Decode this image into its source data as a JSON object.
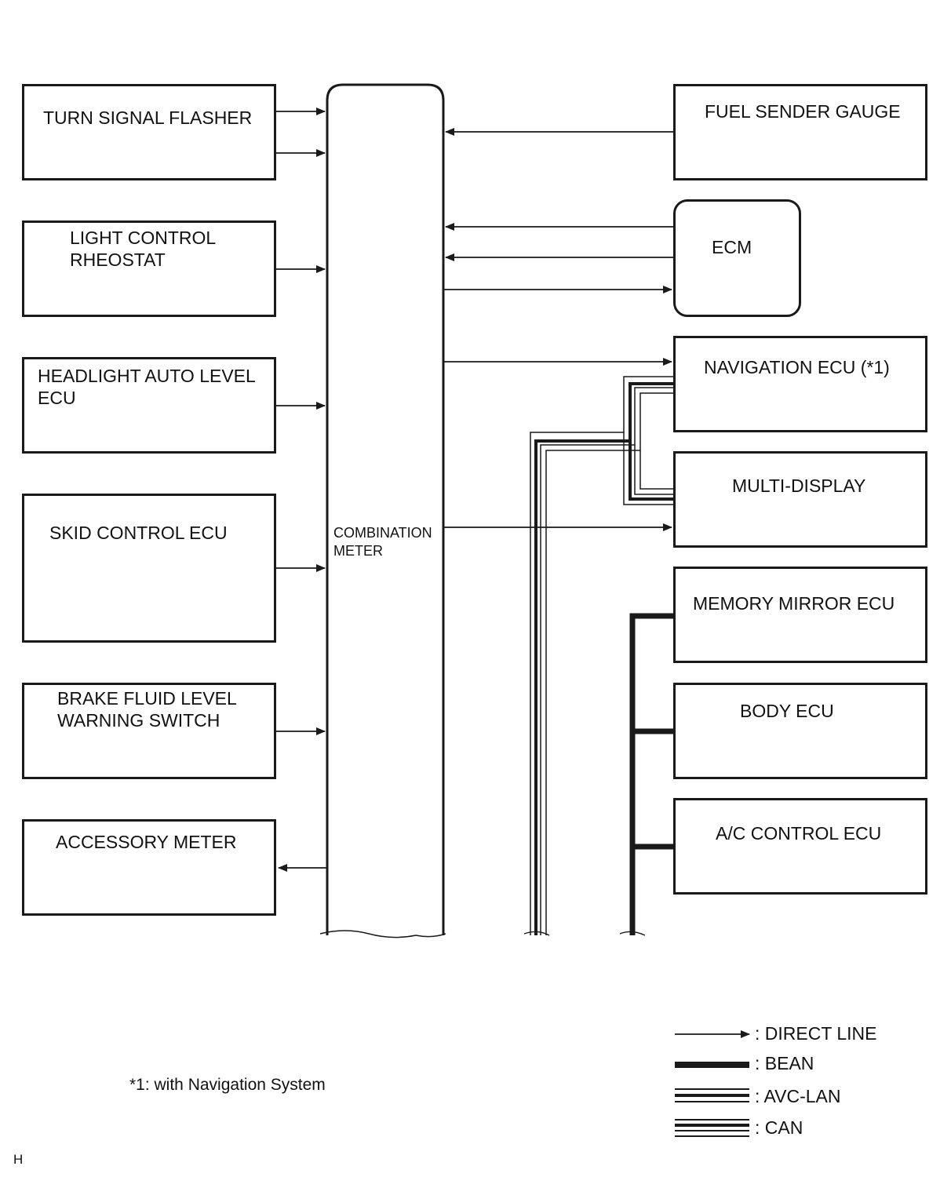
{
  "left_components": [
    {
      "label": "TURN SIGNAL FLASHER",
      "label_line2": ""
    },
    {
      "label": "LIGHT CONTROL",
      "label_line2": "RHEOSTAT"
    },
    {
      "label": "HEADLIGHT AUTO LEVEL",
      "label_line2": "ECU"
    },
    {
      "label": "SKID CONTROL ECU",
      "label_line2": ""
    },
    {
      "label": "BRAKE FLUID LEVEL",
      "label_line2": "WARNING SWITCH"
    },
    {
      "label": "ACCESSORY METER",
      "label_line2": ""
    }
  ],
  "combination_meter": {
    "line1": "COMBINATION",
    "line2": "METER"
  },
  "right_components": [
    {
      "label": "FUEL SENDER GAUGE"
    },
    {
      "label": "ECM"
    },
    {
      "label": "NAVIGATION ECU (*1)"
    },
    {
      "label": "MULTI-DISPLAY"
    },
    {
      "label": "MEMORY MIRROR ECU"
    },
    {
      "label": "BODY ECU"
    },
    {
      "label": "A/C CONTROL ECU"
    }
  ],
  "legend": [
    {
      "label": ": DIRECT LINE",
      "line_style": "direct-line"
    },
    {
      "label": ": BEAN",
      "line_style": "bean"
    },
    {
      "label": ": AVC-LAN",
      "line_style": "avc-lan"
    },
    {
      "label": ": CAN",
      "line_style": "can"
    }
  ],
  "footnote": "*1: with Navigation System",
  "corner_mark": "H"
}
